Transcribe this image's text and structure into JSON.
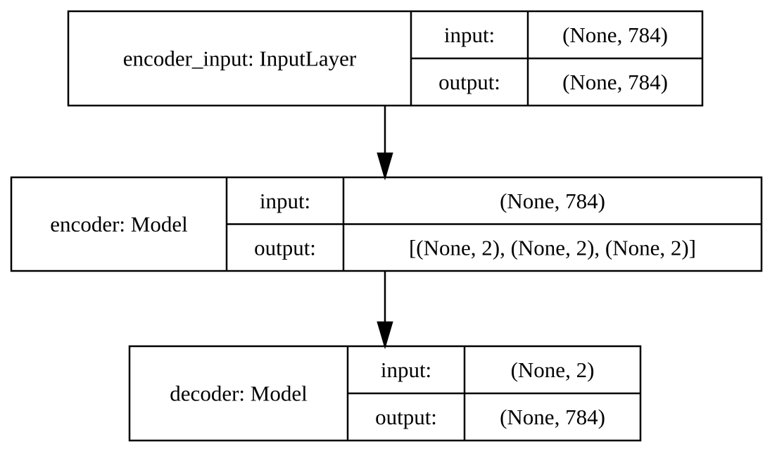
{
  "nodes": [
    {
      "name": "encoder_input: InputLayer",
      "input_label": "input:",
      "input_shape": "(None, 784)",
      "output_label": "output:",
      "output_shape": "(None, 784)"
    },
    {
      "name": "encoder: Model",
      "input_label": "input:",
      "input_shape": "(None, 784)",
      "output_label": "output:",
      "output_shape": "[(None, 2), (None, 2), (None, 2)]"
    },
    {
      "name": "decoder: Model",
      "input_label": "input:",
      "input_shape": "(None, 2)",
      "output_label": "output:",
      "output_shape": "(None, 784)"
    }
  ],
  "edges": [
    [
      "encoder_input: InputLayer",
      "encoder: Model"
    ],
    [
      "encoder: Model",
      "decoder: Model"
    ]
  ]
}
